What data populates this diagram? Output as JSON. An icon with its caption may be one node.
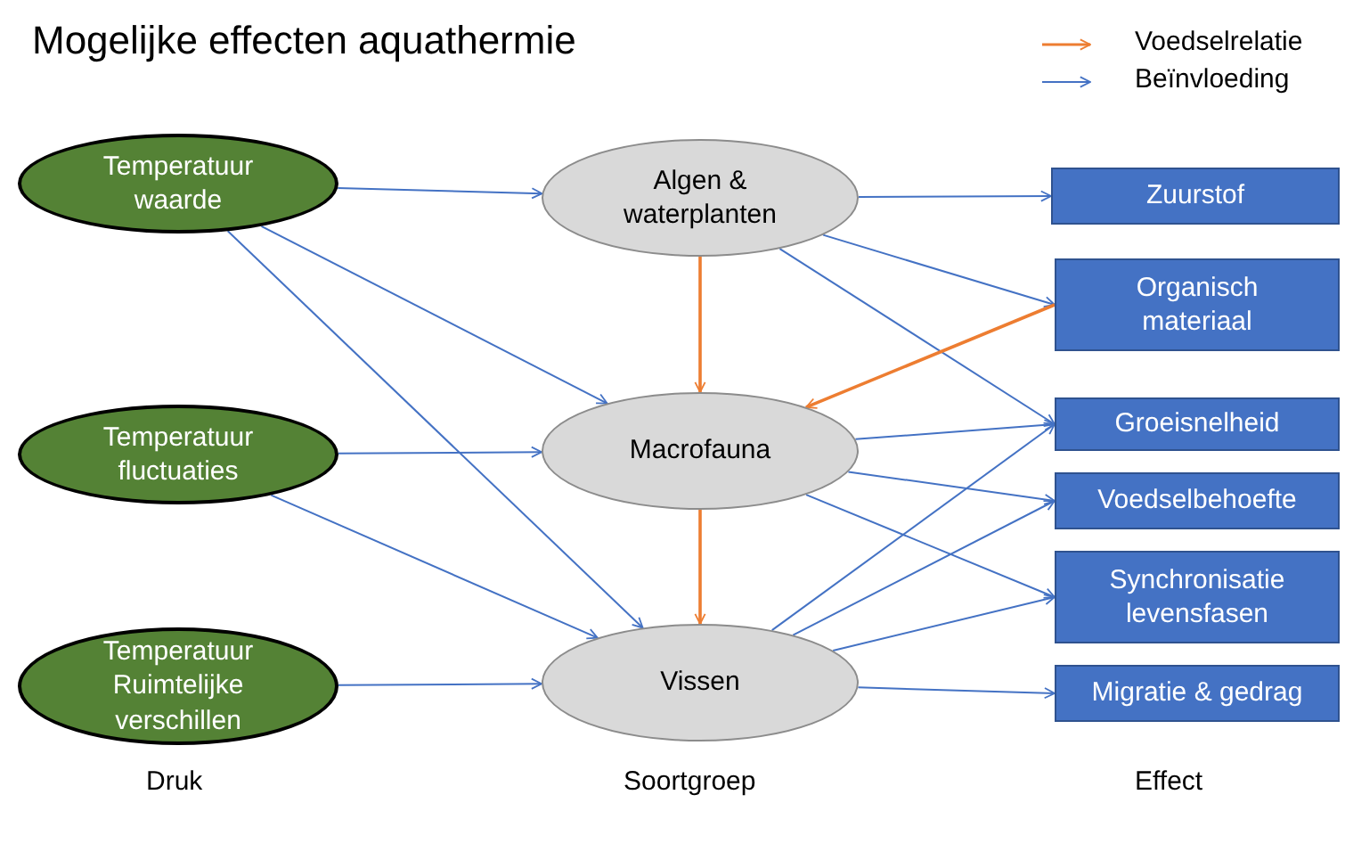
{
  "diagram": {
    "title": "Mogelijke effecten aquathermie",
    "nodes": [
      {
        "text": [
          "Temperatuur waarde"
        ]
      },
      {
        "text": [
          "Temperatuur fluctuaties"
        ]
      },
      {
        "text": [
          "Temperatuur Ruimtelijke verschillen"
        ]
      },
      {
        "text": [
          "Algen & waterplanten"
        ]
      },
      {
        "text": [
          "Macrofauna"
        ]
      },
      {
        "text": [
          "Vissen"
        ]
      },
      {
        "text": [
          "Zuurstof"
        ]
      },
      {
        "text": [
          "Organisch materiaal"
        ]
      },
      {
        "text": [
          "Groeisnelheid"
        ]
      },
      {
        "text": [
          "Voedselbehoefte"
        ]
      },
      {
        "text": [
          "Synchronisatie levensfasen"
        ]
      },
      {
        "text": [
          "Migratie & gedrag"
        ]
      }
    ],
    "edges": [
      {
        "from": 0,
        "to": 3,
        "arrow": "to"
      },
      {
        "from": 0,
        "to": 4,
        "arrow": "to"
      },
      {
        "from": 0,
        "to": 5,
        "arrow": "to"
      },
      {
        "from": 1,
        "to": 4,
        "arrow": "to"
      },
      {
        "from": 1,
        "to": 5,
        "arrow": "to"
      },
      {
        "from": 2,
        "to": 5,
        "arrow": "to"
      },
      {
        "from": 3,
        "to": 6,
        "arrow": "to"
      },
      {
        "from": 3,
        "to": 7,
        "arrow": "to"
      },
      {
        "from": 3,
        "to": 8,
        "arrow": "to"
      },
      {
        "from": 3,
        "to": 4,
        "arrow": "to",
        "color": "#ed7d31"
      },
      {
        "from": 7,
        "to": 4,
        "arrow": "to",
        "color": "#ed7d31"
      },
      {
        "from": 4,
        "to": 8,
        "arrow": "to"
      },
      {
        "from": 4,
        "to": 9,
        "arrow": "to"
      },
      {
        "from": 4,
        "to": 10,
        "arrow": "to"
      },
      {
        "from": 4,
        "to": 5,
        "arrow": "to",
        "color": "#ed7d31"
      },
      {
        "from": 5,
        "to": 8,
        "arrow": "to"
      },
      {
        "from": 5,
        "to": 9,
        "arrow": "to"
      },
      {
        "from": 5,
        "to": 10,
        "arrow": "to"
      },
      {
        "from": 5,
        "to": 11,
        "arrow": "to"
      }
    ],
    "labels": [
      "Druk",
      "Soortgroep",
      "Effect"
    ],
    "legend": [
      {
        "text": "Voedselrelatie"
      },
      {
        "text": "Beïnvloeding"
      }
    ]
  }
}
